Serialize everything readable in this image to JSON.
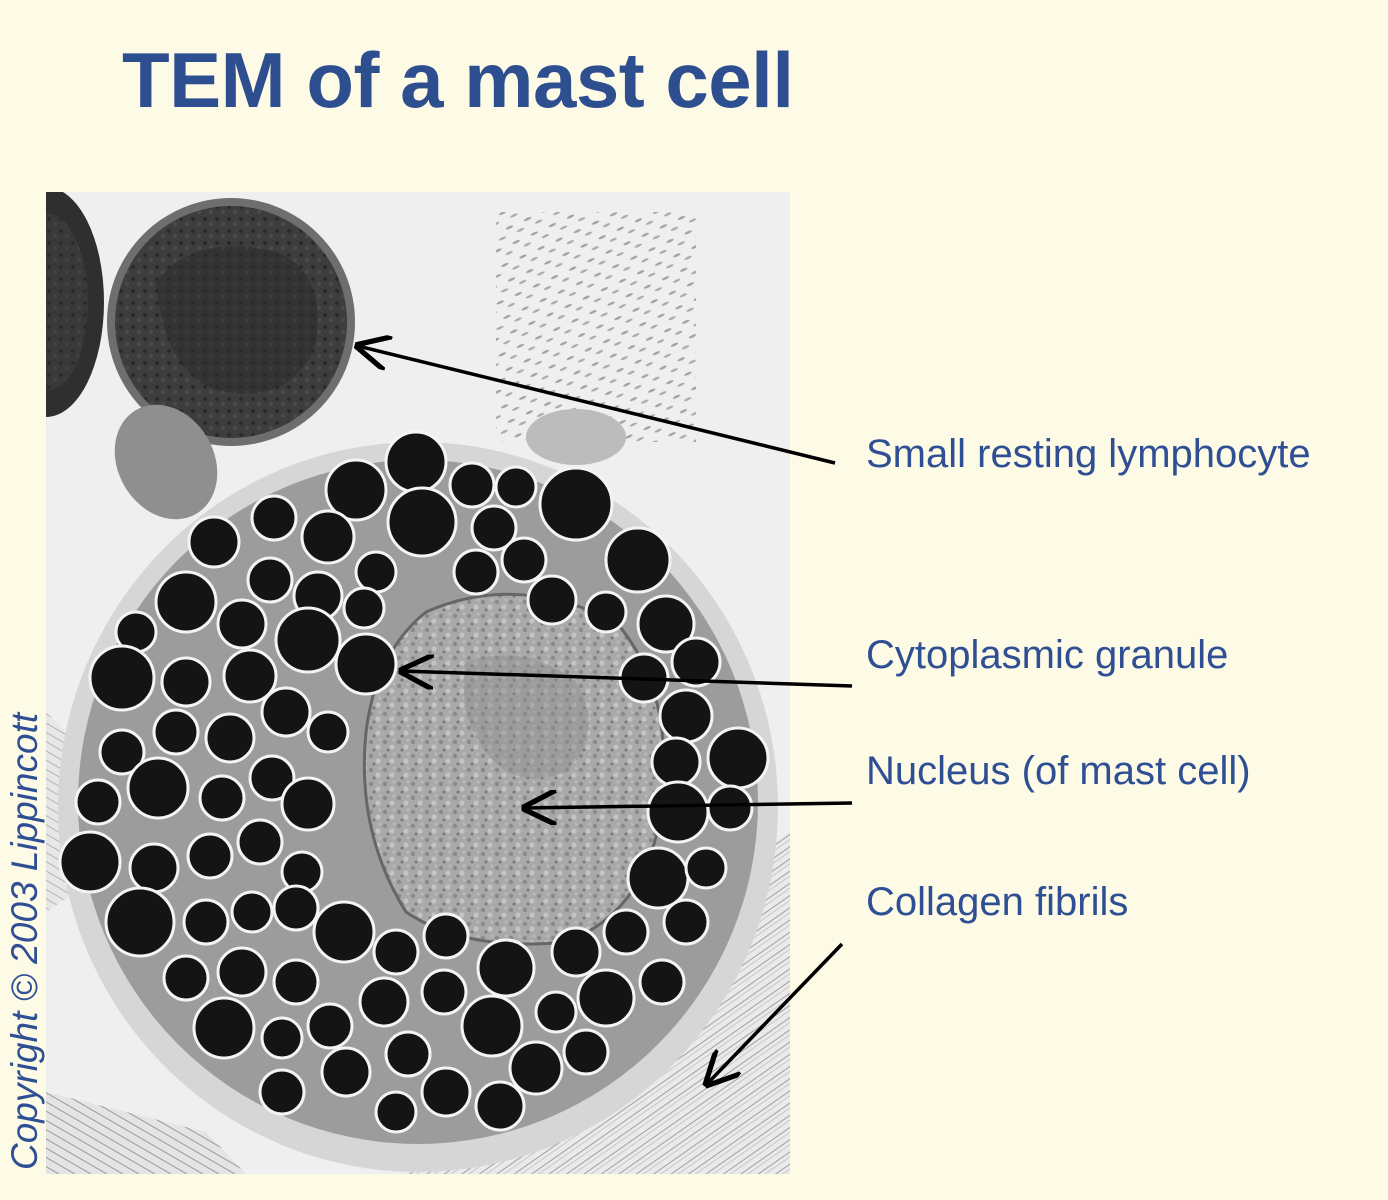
{
  "title": "TEM of a mast cell",
  "labels": {
    "lymphocyte": "Small resting lymphocyte",
    "granule": "Cytoplasmic granule",
    "nucleus": "Nucleus (of mast cell)",
    "collagen": "Collagen fibrils"
  },
  "copyright": "Copyright © 2003 Lippincott",
  "colors": {
    "background": "#fdfae6",
    "text": "#2f4f95",
    "title": "#2d4e8f"
  }
}
